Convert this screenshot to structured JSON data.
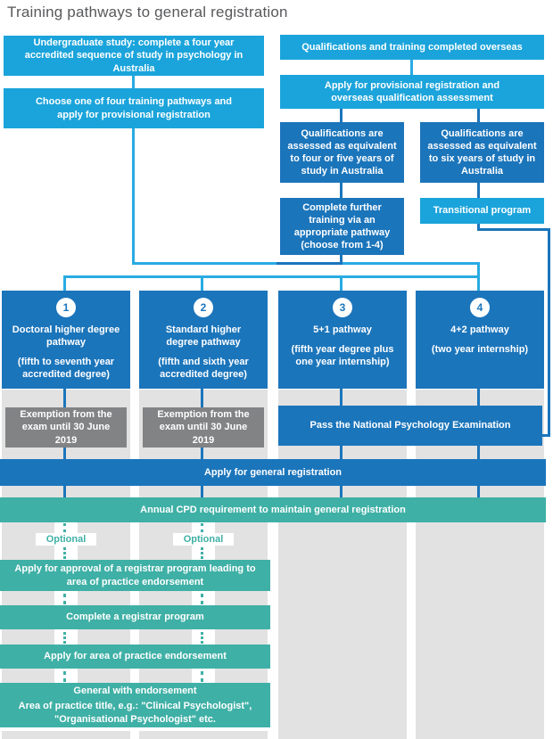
{
  "title": "Training pathways to general registration",
  "colors": {
    "cyan": "#1BA4DB",
    "dark_blue": "#1B75BB",
    "teal": "#3FB0A6",
    "column_gray": "#E2E2E2",
    "exemption_gray": "#818385",
    "title_text": "#58595B"
  },
  "left_flow": {
    "undergraduate": "Undergraduate study: complete a four year accredited sequence of study in psychology in Australia",
    "choose": "Choose one of four training pathways and apply for provisional registration"
  },
  "overseas_flow": {
    "completed_overseas": "Qualifications and training completed overseas",
    "apply_provisional": "Apply for provisional registration and overseas qualification assessment",
    "assessed_four_five": "Qualifications are assessed as equivalent to four or five years of study in Australia",
    "assessed_six": "Qualifications are assessed as equivalent to six years of study in Australia",
    "further_training": "Complete further training via an appropriate pathway (choose from 1-4)",
    "transitional": "Transitional program"
  },
  "pathways": [
    {
      "number": "1",
      "title": "Doctoral higher degree pathway",
      "detail": "(fifth to seventh year accredited degree)"
    },
    {
      "number": "2",
      "title": "Standard higher degree pathway",
      "detail": "(fifth and sixth year accredited degree)"
    },
    {
      "number": "3",
      "title": "5+1 pathway",
      "detail": "(fifth year degree plus one year internship)"
    },
    {
      "number": "4",
      "title": "4+2 pathway",
      "detail": "(two year internship)"
    }
  ],
  "exam_row": {
    "exemption_1": "Exemption from the exam until 30 June 2019",
    "exemption_2": "Exemption from the exam until 30 June 2019",
    "pass_exam": "Pass the National Psychology Examination"
  },
  "registration": {
    "apply_general": "Apply for general registration",
    "annual_cpd": "Annual CPD requirement to  maintain general registration"
  },
  "endorsement_flow": {
    "optional_1": "Optional",
    "optional_2": "Optional",
    "steps": [
      "Apply for approval of a registrar program leading to area of practice endorsement",
      "Complete a registrar program",
      "Apply for area of practice endorsement"
    ],
    "final_title": "General with endorsement",
    "final_detail": "Area of practice title, e.g.:  \"Clinical Psychologist\", \"Organisational Psychologist\" etc."
  }
}
